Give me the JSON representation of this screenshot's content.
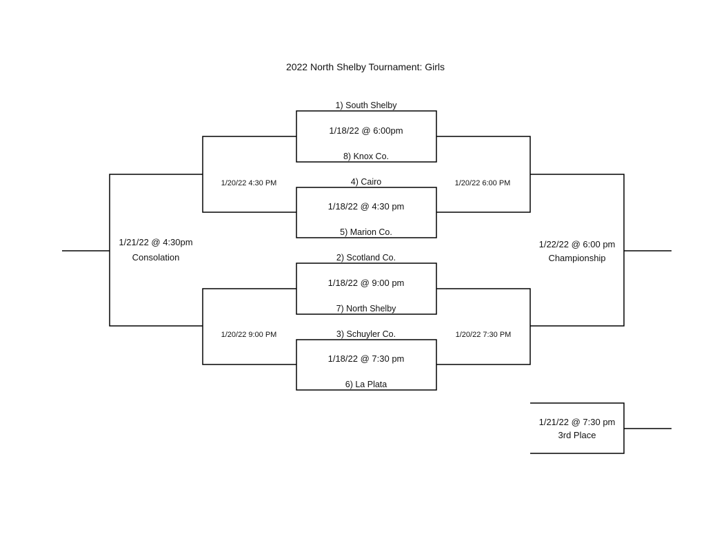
{
  "title": "2022 North Shelby Tournament:  Girls",
  "first_round": [
    {
      "top_team": "1) South Shelby",
      "game_time": "1/18/22 @ 6:00pm",
      "bottom_team": "8) Knox Co."
    },
    {
      "top_team": "4)  Cairo",
      "game_time": "1/18/22 @ 4:30 pm",
      "bottom_team": "5) Marion Co."
    },
    {
      "top_team": "2)  Scotland Co.",
      "game_time": "1/18/22 @ 9:00 pm",
      "bottom_team": "7)  North Shelby"
    },
    {
      "top_team": "3)  Schuyler Co.",
      "game_time": "1/18/22 @ 7:30 pm",
      "bottom_team": "6)  La Plata"
    }
  ],
  "consolation_semis": {
    "top": "1/20/22 4:30 PM",
    "bottom": "1/20/22 9:00 PM"
  },
  "championship_semis": {
    "top": "1/20/22 6:00 PM",
    "bottom": "1/20/22 7:30 PM"
  },
  "consolation_final": {
    "time": "1/21/22 @ 4:30pm",
    "label": "Consolation"
  },
  "championship_final": {
    "time": "1/22/22 @ 6:00 pm",
    "label": "Championship"
  },
  "third_place": {
    "time": "1/21/22 @ 7:30 pm",
    "label": "3rd Place"
  }
}
